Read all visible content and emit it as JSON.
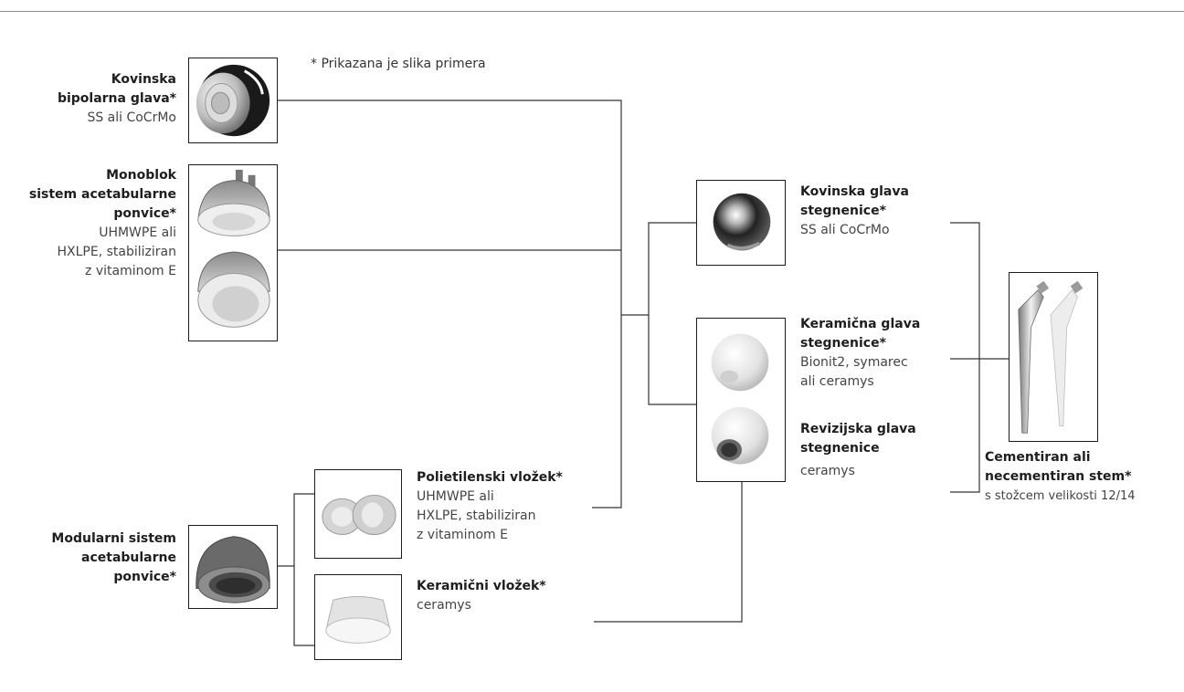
{
  "note": "* Prikazana je slika primera",
  "components": {
    "bipolar_head": {
      "title": "Kovinska bipolarna glava*",
      "title_lines": [
        "Kovinska",
        "bipolarna glava*"
      ],
      "sub_lines": [
        "SS ali CoCrMo"
      ]
    },
    "monoblock_cup": {
      "title_lines": [
        "Monoblok",
        "sistem acetabularne",
        "ponvice*"
      ],
      "sub_lines": [
        "UHMWPE ali",
        "HXLPE, stabiliziran",
        "z vitaminom E"
      ]
    },
    "modular_cup": {
      "title_lines": [
        "Modularni sistem",
        "acetabularne",
        "ponvice*"
      ]
    },
    "pe_liner": {
      "title_lines": [
        "Polietilenski vložek*"
      ],
      "sub_lines": [
        "UHMWPE ali",
        "HXLPE, stabiliziran",
        "z vitaminom E"
      ]
    },
    "ceramic_liner": {
      "title_lines": [
        "Keramični vložek*"
      ],
      "sub_lines": [
        "ceramys"
      ]
    },
    "metal_head": {
      "title_lines": [
        "Kovinska glava",
        "stegnenice*"
      ],
      "sub_lines": [
        "SS ali CoCrMo"
      ]
    },
    "ceramic_head": {
      "title_lines": [
        "Keramična glava",
        "stegnenice*"
      ],
      "sub_lines": [
        "Bionit2, symarec",
        "ali ceramys"
      ]
    },
    "revision_head": {
      "title_lines": [
        "Revizijska glava",
        "stegnenice"
      ],
      "sub_lines": [
        "ceramys"
      ]
    },
    "stem": {
      "title_lines": [
        "Cementiran ali",
        "necementiran stem*"
      ],
      "sub_lines": [
        "s stožcem velikosti 12/14"
      ]
    }
  }
}
